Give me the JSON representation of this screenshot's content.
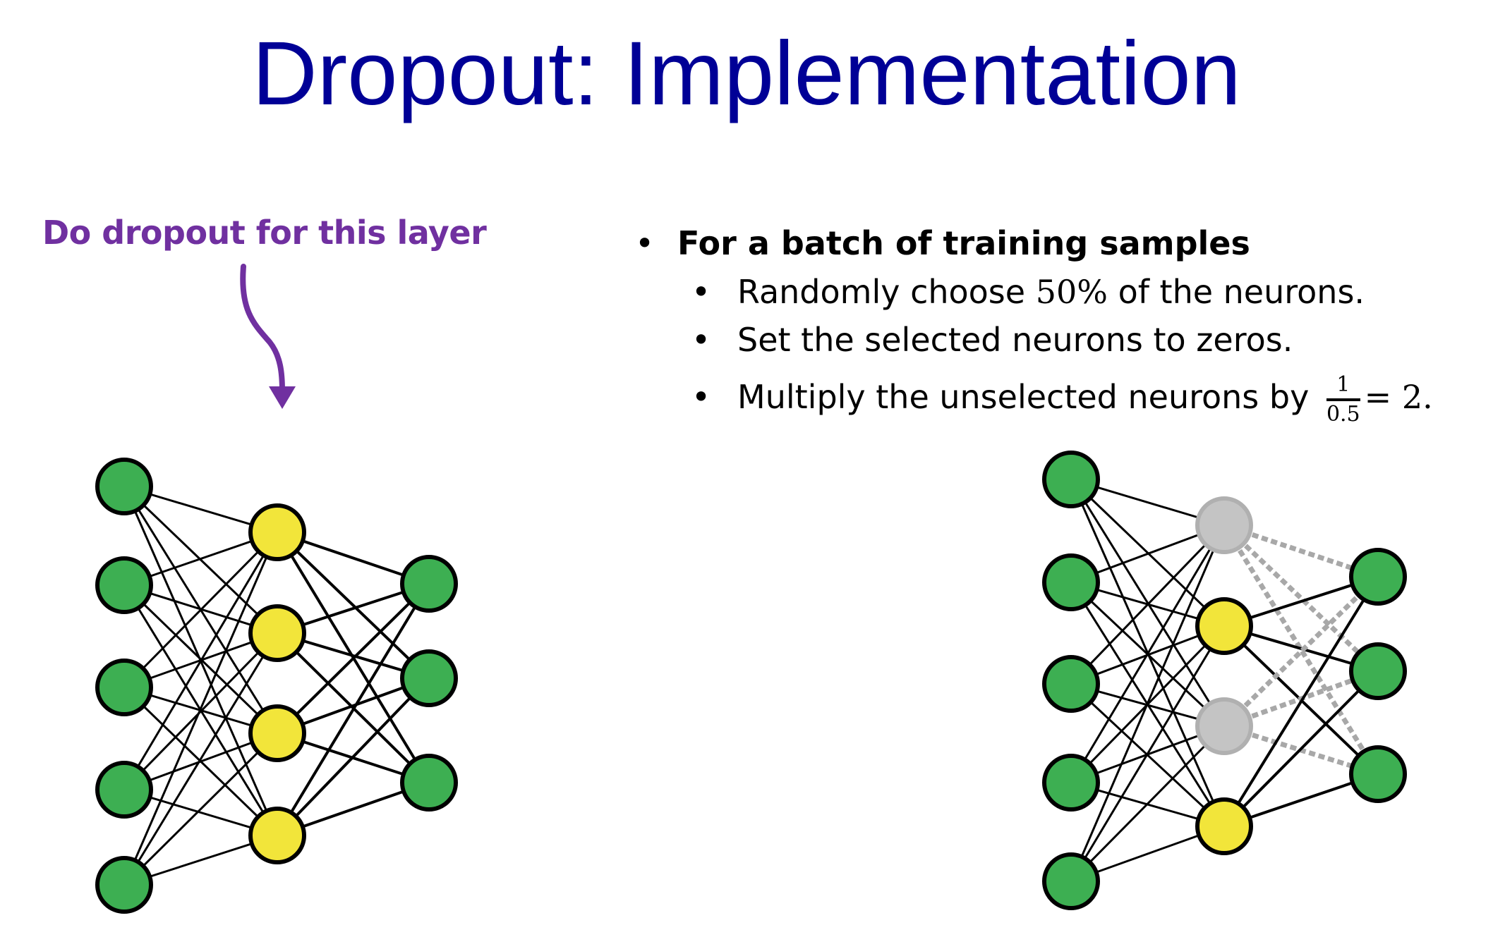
{
  "title": "Dropout: Implementation",
  "annotation": "Do dropout for this layer",
  "bullets": {
    "main": "For a batch of training samples",
    "sub1_pre": "Randomly choose ",
    "sub1_pct": "50%",
    "sub1_post": " of the neurons.",
    "sub2": "Set the selected neurons to zeros.",
    "sub3_pre": "Multiply the unselected neurons by ",
    "frac_num": "1",
    "frac_den": "0.5",
    "sub3_post": "= 2."
  },
  "colors": {
    "title": "#000096",
    "annotation": "#7030a0",
    "input_node": "#3daf52",
    "hidden_node": "#f2e53a",
    "dropped_node": "#c4c4c4",
    "dropped_edge": "#a8a8a8"
  },
  "networks": [
    {
      "name": "full-network",
      "layers": [
        5,
        4,
        3
      ],
      "dropped_hidden": []
    },
    {
      "name": "dropout-network",
      "layers": [
        5,
        4,
        3
      ],
      "dropped_hidden": [
        0,
        2
      ]
    }
  ]
}
